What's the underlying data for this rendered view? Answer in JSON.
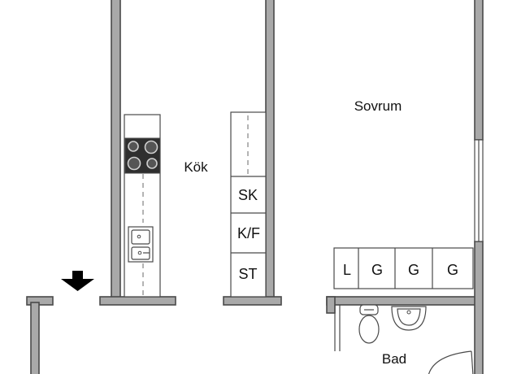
{
  "rooms": {
    "kok": "Kök",
    "sovrum": "Sovrum",
    "bad": "Bad"
  },
  "kitchen_units": {
    "sk": "SK",
    "kf": "K/F",
    "st": "ST"
  },
  "wardrobes": {
    "l": "L",
    "g1": "G",
    "g2": "G",
    "g3": "G"
  },
  "colors": {
    "wall_fill": "#a9a9a9",
    "line": "#4a4a4a"
  },
  "icons": {
    "entrance": "arrow-down-icon",
    "stove": "stove-icon",
    "sink": "sink-icon",
    "toilet": "toilet-icon",
    "washbasin": "washbasin-icon"
  }
}
